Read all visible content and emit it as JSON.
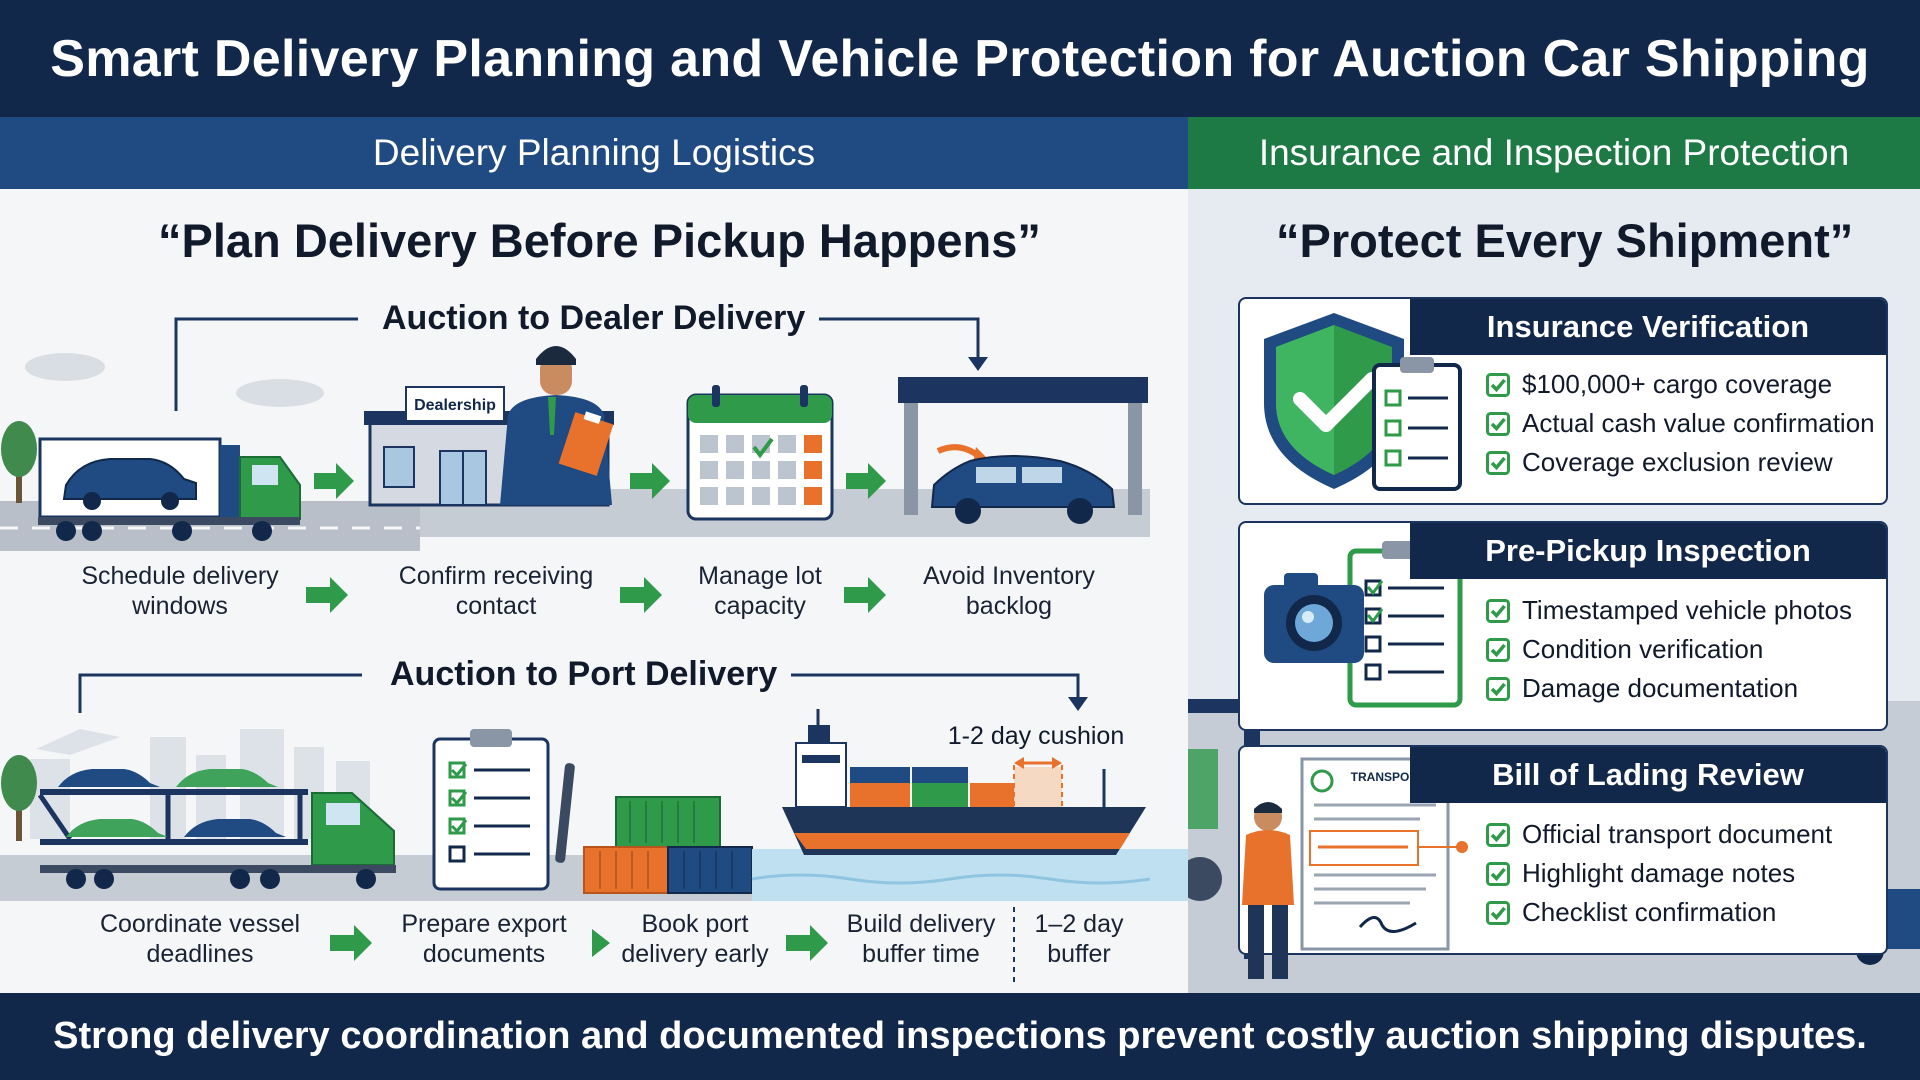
{
  "header": {
    "title": "Smart Delivery Planning and Vehicle Protection for Auction Car Shipping"
  },
  "left_section": {
    "header": "Delivery Planning Logistics",
    "quote": "“Plan Delivery Before Pickup Happens”",
    "dealer": {
      "heading": "Auction to Dealer Delivery",
      "sign": "Dealership",
      "steps": [
        "Schedule delivery\nwindows",
        "Confirm receiving\ncontact",
        "Manage lot\ncapacity",
        "Avoid Inventory\nbacklog"
      ]
    },
    "port": {
      "heading": "Auction to Port Delivery",
      "cushion_label": "1-2 day cushion",
      "steps": [
        "Coordinate vessel\ndeadlines",
        "Prepare export\ndocuments",
        "Book port\ndelivery early",
        "Build delivery\nbuffer time",
        "1–2 day\nbuffer"
      ]
    }
  },
  "right_section": {
    "header": "Insurance and Inspection Protection",
    "quote": "“Protect Every Shipment”",
    "cards": [
      {
        "title": "Insurance Verification",
        "items": [
          "$100,000+ cargo coverage",
          "Actual cash value confirmation",
          "Coverage exclusion review"
        ]
      },
      {
        "title": "Pre-Pickup Inspection",
        "items": [
          "Timestamped vehicle photos",
          "Condition verification",
          "Damage documentation"
        ]
      },
      {
        "title": "Bill of Lading Review",
        "doc_label": "TRANSPORT",
        "items": [
          "Official transport document",
          "Highlight damage notes",
          "Checklist confirmation"
        ]
      }
    ]
  },
  "footer": {
    "text": "Strong delivery coordination and documented inspections prevent costly auction shipping disputes."
  },
  "colors": {
    "navy": "#12284a",
    "blue": "#1f4a82",
    "green": "#1e7a45",
    "arrow_green": "#2e9a4a",
    "orange": "#e8722c"
  }
}
